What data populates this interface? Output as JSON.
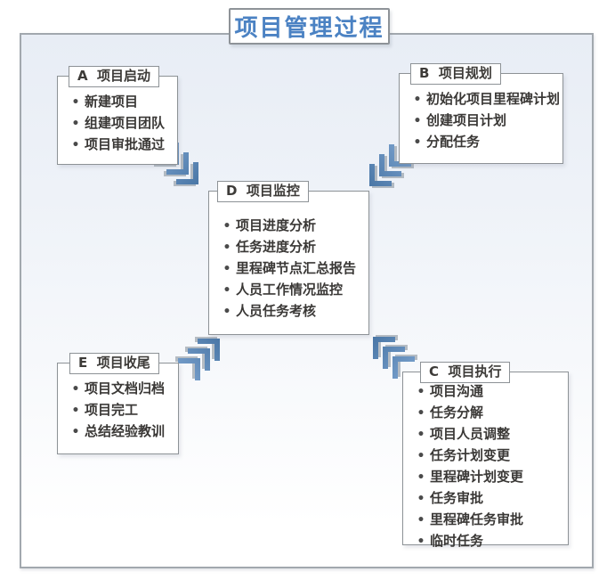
{
  "title": "项目管理过程",
  "glyphs": {
    "bullet": "•"
  },
  "colors": {
    "title_blue": "#4b82c3",
    "arrow_blue_dark": "#416f9f",
    "arrow_blue_light": "#7fa6d2",
    "arrow_shadow_gray": "#9aa3ac",
    "box_border_gray": "#8d9296",
    "outer_border_gray": "#a2a8ae",
    "background_tint": "#e8edf5",
    "text_dark": "#3a3836"
  },
  "boxes": {
    "a": {
      "label": "A  项目启动",
      "items": [
        "新建项目",
        "组建项目团队",
        "项目审批通过"
      ]
    },
    "b": {
      "label": "B  项目规划",
      "items": [
        "初始化项目里程碑计划",
        "创建项目计划",
        "分配任务"
      ]
    },
    "d": {
      "label": "D  项目监控",
      "items": [
        "项目进度分析",
        "任务进度分析",
        "里程碑节点汇总报告",
        "人员工作情况监控",
        "人员任务考核"
      ]
    },
    "e": {
      "label": "E  项目收尾",
      "items": [
        "项目文档归档",
        "项目完工",
        "总结经验教训"
      ]
    },
    "c": {
      "label": "C  项目执行",
      "items": [
        "项目沟通",
        "任务分解",
        "项目人员调整",
        "任务计划变更",
        "里程碑计划变更",
        "任务审批",
        "里程碑任务审批",
        "临时任务"
      ]
    }
  }
}
